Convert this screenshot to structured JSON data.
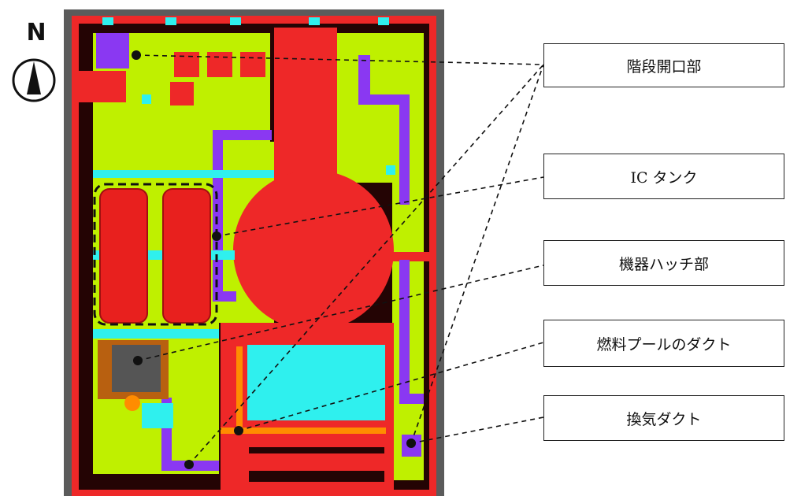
{
  "compass": {
    "letter": "N"
  },
  "labels": [
    {
      "id": "stair-opening",
      "text": "階段開口部"
    },
    {
      "id": "ic-tank",
      "text": "IC タンク"
    },
    {
      "id": "equipment-hatch",
      "text": "機器ハッチ部"
    },
    {
      "id": "fuel-pool-duct",
      "text": "燃料プールのダクト"
    },
    {
      "id": "ventilation-duct",
      "text": "換気ダクト"
    }
  ],
  "colors": {
    "frame": "#5b5b5b",
    "wall": "#ee2828",
    "floor": "#bff000",
    "void": "#240404",
    "duct": "#8a38f2",
    "pipe": "#2ff0ee",
    "pool_duct": "#ff8c00",
    "hatch": "#555555",
    "pool": "#2ff0ee"
  }
}
